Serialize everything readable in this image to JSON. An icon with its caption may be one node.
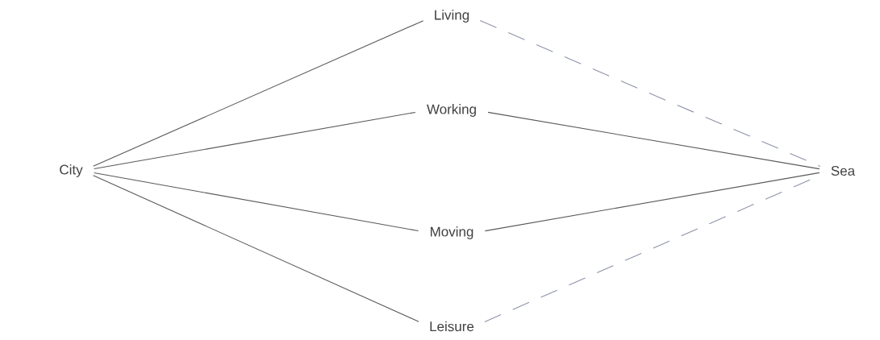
{
  "diagram": {
    "nodes": [
      {
        "text": [
          "City"
        ]
      },
      {
        "text": [
          "Living"
        ]
      },
      {
        "text": [
          "Working"
        ]
      },
      {
        "text": [
          "Moving"
        ]
      },
      {
        "text": [
          "Leisure"
        ]
      },
      {
        "text": [
          "Sea"
        ]
      }
    ],
    "edges": [
      {
        "from": 0,
        "to": 1,
        "arrow": "none"
      },
      {
        "from": 0,
        "to": 2,
        "arrow": "none"
      },
      {
        "from": 0,
        "to": 3,
        "arrow": "none"
      },
      {
        "from": 0,
        "to": 4,
        "arrow": "none"
      },
      {
        "from": 1,
        "to": 5,
        "arrow": "none",
        "style": "dashed",
        "color": "#8c93a6"
      },
      {
        "from": 2,
        "to": 5,
        "arrow": "none"
      },
      {
        "from": 3,
        "to": 5,
        "arrow": "none"
      },
      {
        "from": 4,
        "to": 5,
        "arrow": "none",
        "style": "dashed",
        "color": "#8c93a6"
      }
    ]
  }
}
